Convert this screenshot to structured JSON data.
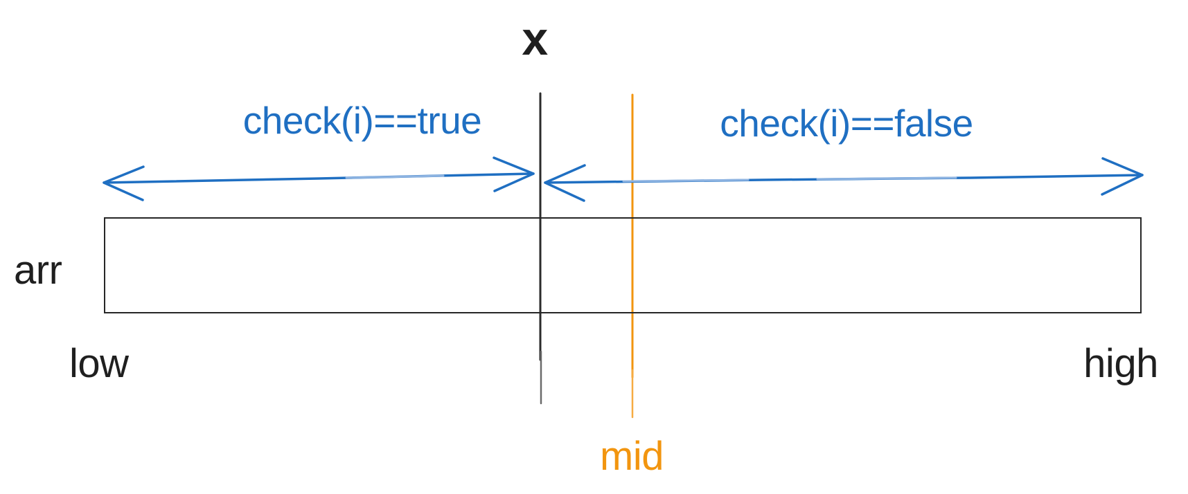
{
  "diagram": {
    "description": "binary-search predicate diagram over array range",
    "x_label": "x",
    "left_region_label": "check(i)==true",
    "right_region_label": "check(i)==false",
    "array_label": "arr",
    "low_label": "low",
    "high_label": "high",
    "mid_label": "mid"
  },
  "colors": {
    "blue": "#1f6fc2",
    "blue_light": "#a9c4e8",
    "orange": "#f2950f",
    "orange_light": "#f6ab42",
    "ink": "#2b2b2b",
    "ink_light": "#6a6a6a"
  }
}
